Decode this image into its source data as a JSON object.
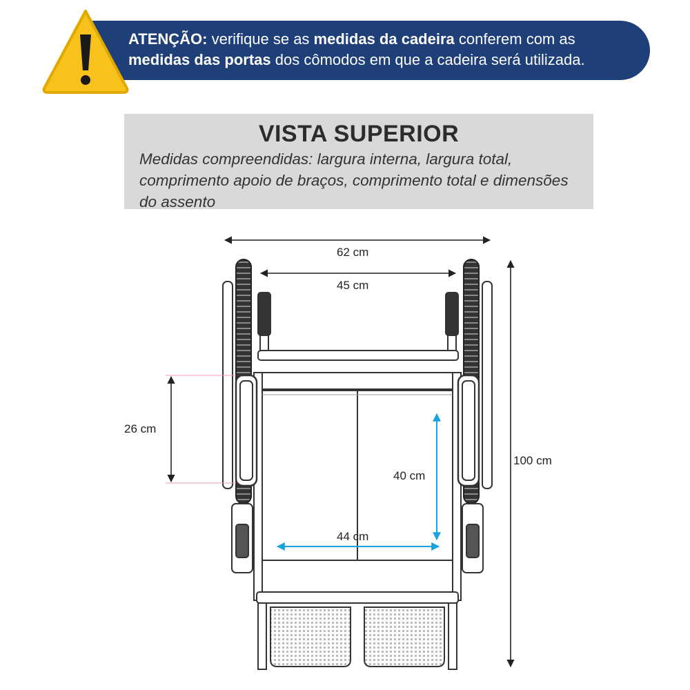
{
  "warning": {
    "prefix": "ATENÇÃO:",
    "part1": " verifique se as ",
    "bold1": "medidas da cadeira",
    "part2": " conferem com as",
    "bold2": "medidas das portas",
    "part3": " dos cômodos em que a cadeira será utilizada.",
    "icon": "warning-triangle-icon",
    "colors": {
      "banner": "#1e3f78",
      "triangle": "#f7c21c",
      "mark": "#1a1a1a"
    }
  },
  "header": {
    "title": "VISTA SUPERIOR",
    "description": "Medidas compreendidas: largura interna, largura total, comprimento apoio de braços, comprimento total e dimensões do assento"
  },
  "dimensions": {
    "total_width": "62 cm",
    "internal_width": "45 cm",
    "armrest_length": "26 cm",
    "seat_depth": "40 cm",
    "seat_width": "44 cm",
    "total_length": "100 cm"
  },
  "colors": {
    "accent_arrow": "#1aa3dd",
    "line": "#222222"
  }
}
